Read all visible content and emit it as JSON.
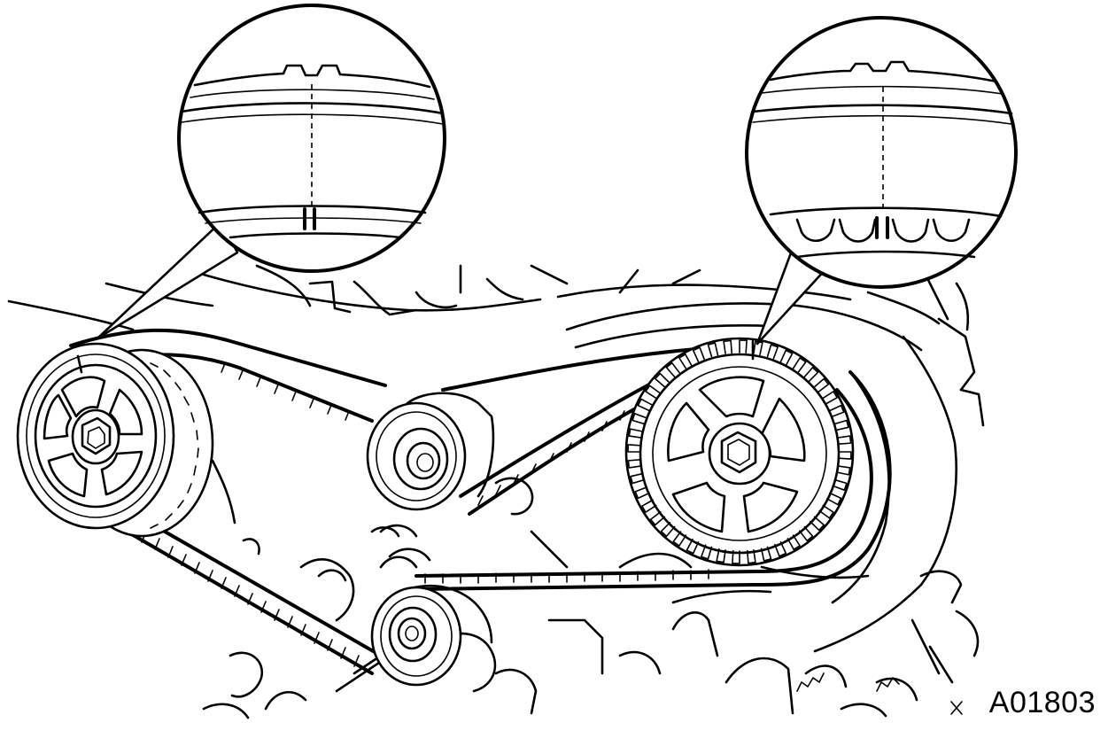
{
  "figure": {
    "reference_code": "A01803",
    "colors": {
      "ink": "#000000",
      "paper": "#ffffff"
    },
    "parts": [
      "left-camshaft-timing-pulley",
      "right-camshaft-timing-pulley",
      "idler-pulley",
      "tension-pulley",
      "timing-belt",
      "left-timing-mark-detail",
      "right-timing-mark-detail"
    ]
  }
}
